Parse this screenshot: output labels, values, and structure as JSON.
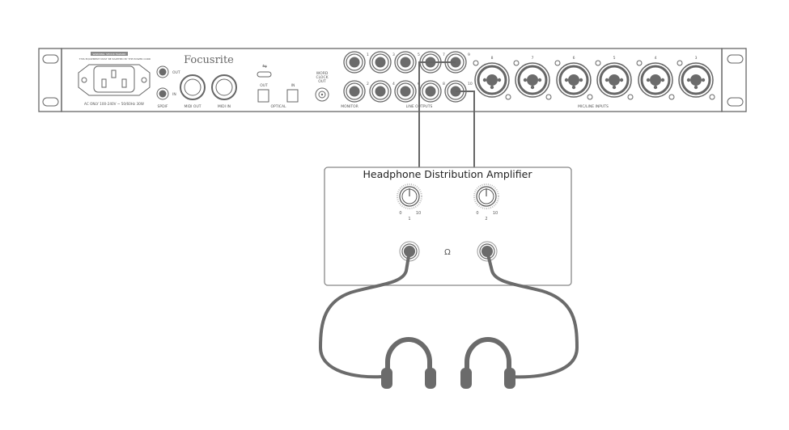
{
  "device": {
    "brand": "Focusrite",
    "warning_title": "WARNING: SHOCK HAZARD",
    "warning_text": "THIS EQUIPMENT MUST BE EARTHED BY THE POWER CORD",
    "power_label": "AC ONLY 100-240V ~ 50/60Hz 30W",
    "spdif_label": "SPDIF",
    "spdif_out": "OUT",
    "spdif_in": "IN",
    "midi_out": "MIDI OUT",
    "midi_in": "MIDI IN",
    "optical_label": "OPTICAL",
    "optical_out": "OUT",
    "optical_in": "IN",
    "word_clock": [
      "WORD",
      "CLOCK",
      "OUT"
    ],
    "monitor_label": "MONITOR",
    "line_outputs_label": "LINE OUTPUTS",
    "line_outputs_top": [
      "1",
      "3",
      "5",
      "7",
      "9"
    ],
    "line_outputs_bottom": [
      "2",
      "4",
      "6",
      "8",
      "10"
    ],
    "mic_line_label": "MIC/LINE INPUTS",
    "mic_inputs": [
      "8",
      "7",
      "6",
      "5",
      "4",
      "3"
    ],
    "usb_icon": "usb-icon"
  },
  "amplifier": {
    "title": "Headphone Distribution Amplifier",
    "knobs": [
      {
        "label": "1",
        "min": "0",
        "max": "10"
      },
      {
        "label": "2",
        "min": "0",
        "max": "10"
      }
    ],
    "headphone_icon": "headphone-icon"
  },
  "colors": {
    "line": "#666666",
    "cable": "#6b6b6b",
    "fill": "#6b6b6b"
  }
}
